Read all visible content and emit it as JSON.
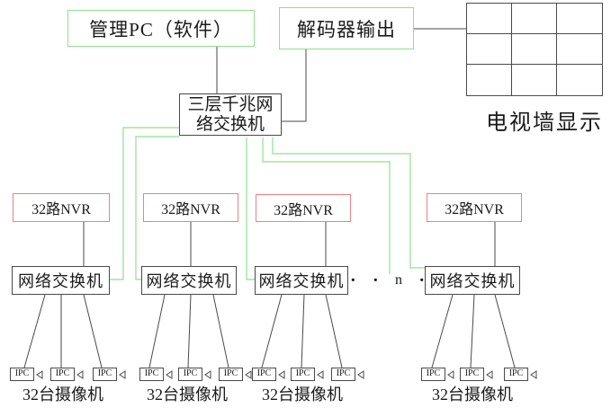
{
  "colors": {
    "green": "#8fe08f",
    "red": "#f08080",
    "line": "#4a4a4a"
  },
  "nodes": {
    "mgmt_pc": {
      "label": "管理PC（软件）"
    },
    "decoder": {
      "label": "解码器输出"
    },
    "tv_wall": {
      "label": "电视墙显示",
      "rows": 3,
      "cols": 3
    },
    "core_switch": {
      "line1": "三层千兆网",
      "line2": "络交换机"
    }
  },
  "ellipsis": {
    "items": [
      "·",
      "·",
      "n",
      "·"
    ]
  },
  "groups": [
    {
      "nvr": "32路NVR",
      "switch": "网络交换机",
      "ipcs": [
        "IPC",
        "IPC",
        "IPC"
      ],
      "label": "32台摄像机"
    },
    {
      "nvr": "32路NVR",
      "switch": "网络交换机",
      "ipcs": [
        "IPC",
        "IPC",
        "IPC"
      ],
      "label": "32台摄像机"
    },
    {
      "nvr": "32路NVR",
      "switch": "网络交换机",
      "ipcs": [
        "IPC",
        "IPC",
        "IPC"
      ],
      "label": "32台摄像机"
    },
    {
      "nvr": "32路NVR",
      "switch": "网络交换机",
      "ipcs": [
        "IPC",
        "IPC",
        "IPC"
      ],
      "label": "32台摄像机"
    }
  ]
}
